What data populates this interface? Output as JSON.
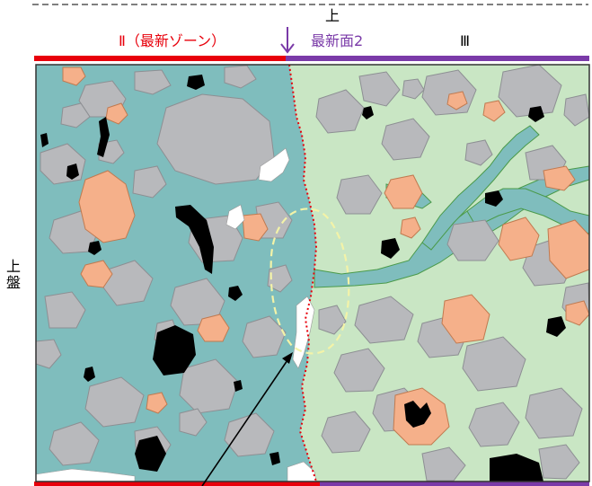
{
  "labels": {
    "top": "上",
    "zone_ii": "Ⅱ（最新ゾーン）",
    "latest_surface": "最新面2",
    "zone_iii": "Ⅲ",
    "hanging_wall": "上盤"
  },
  "colors": {
    "zone_ii_matrix": "#7fbdbd",
    "zone_iii_matrix": "#c9e6c4",
    "gravel_gray": "#b8b9bc",
    "gravel_orange": "#f5b08a",
    "opaque_black": "#000000",
    "red_line": "#e8000b",
    "purple_line": "#7a3aa8",
    "dashed_outline": "#f3f3a8"
  }
}
